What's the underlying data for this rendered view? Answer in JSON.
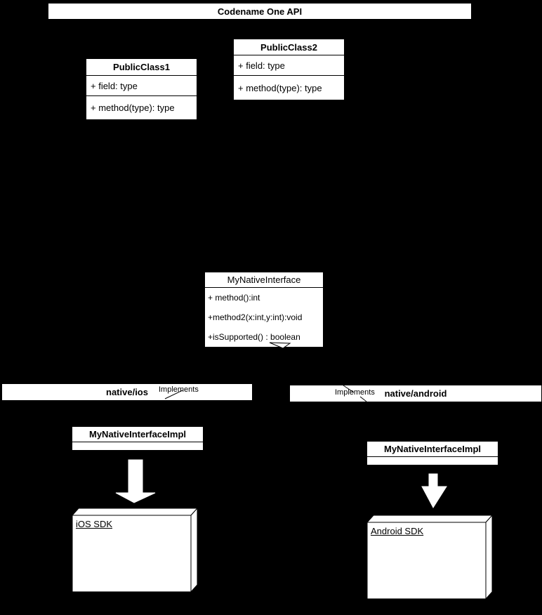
{
  "diagram": {
    "api_package": {
      "label": "Codename One API"
    },
    "classes": {
      "public_class1": {
        "title": "PublicClass1",
        "field": "+ field: type",
        "method": "+ method(type): type"
      },
      "public_class2": {
        "title": "PublicClass2",
        "field": "+ field: type",
        "method": "+ method(type): type"
      },
      "my_native_interface": {
        "title": "MyNativeInterface",
        "methods": [
          "+ method():int",
          "+method2(x:int,y:int):void",
          "+isSupported() : boolean"
        ]
      },
      "ios_impl": {
        "title": "MyNativeInterfaceImpl"
      },
      "android_impl": {
        "title": "MyNativeInterfaceImpl"
      }
    },
    "packages": {
      "ios": {
        "label": "native/ios",
        "implements_label": "Implements"
      },
      "android": {
        "label": "native/android",
        "implements_label": "Implements"
      }
    },
    "nodes": {
      "ios_sdk": {
        "label": "iOS SDK"
      },
      "android_sdk": {
        "label": "Android SDK"
      }
    },
    "colors": {
      "background": "#000000",
      "shape_fill": "#ffffff",
      "line": "#000000"
    }
  }
}
